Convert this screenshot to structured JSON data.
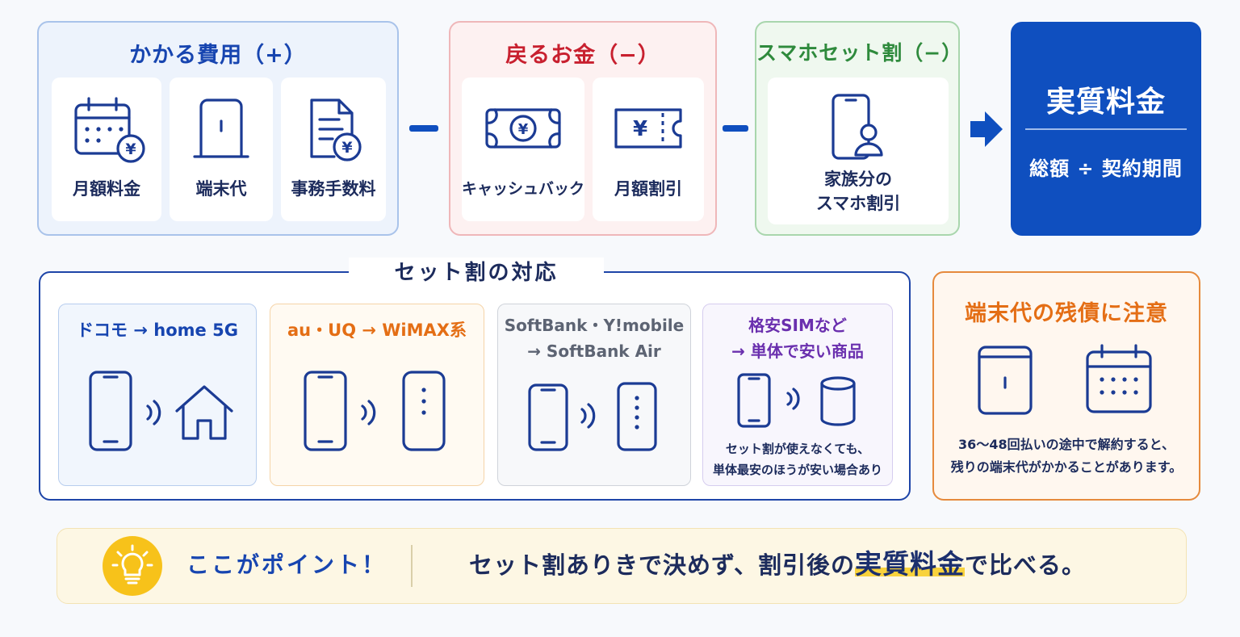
{
  "cost_panel": {
    "title": "かかる費用（+）",
    "items": [
      {
        "label": "月額料金",
        "icon": "calendar-yen-icon"
      },
      {
        "label": "端末代",
        "icon": "router-icon"
      },
      {
        "label": "事務手数料",
        "icon": "document-yen-icon"
      }
    ]
  },
  "return_panel": {
    "title": "戻るお金（−）",
    "items": [
      {
        "label": "キャッシュバック",
        "icon": "yen-bill-icon"
      },
      {
        "label": "月額割引",
        "icon": "yen-ticket-icon"
      }
    ]
  },
  "smartphone_panel": {
    "title": "スマホセット割（−）",
    "label_line1": "家族分の",
    "label_line2": "スマホ割引",
    "icon": "smartphone-person-icon"
  },
  "result_panel": {
    "title": "実質料金",
    "formula": "総額 ÷ 契約期間"
  },
  "set_discount": {
    "title": "セット割の対応",
    "cards": [
      {
        "line1": "ドコモ → home 5G",
        "color": "#1745b0"
      },
      {
        "line1": "au・UQ → WiMAX系",
        "color": "#e46e15"
      },
      {
        "line1": "SoftBank・Y!mobile",
        "line2": "→ SoftBank Air",
        "color": "#5d6473"
      },
      {
        "line1": "格安SIMなど",
        "line2": "→ 単体で安い商品",
        "note1": "セット割が使えなくても、",
        "note2": "単体最安のほうが安い場合あり",
        "color": "#6a2fae"
      }
    ]
  },
  "device_warning": {
    "title": "端末代の残債に注意",
    "note1": "36～48回払いの途中で解約すると、",
    "note2": "残りの端末代がかかることがあります。"
  },
  "point_bar": {
    "label": "ここがポイント！",
    "message_before": "セット割ありきで決めず、割引後の",
    "message_highlight": "実質料金",
    "message_after": "で比べる。"
  },
  "colors": {
    "blue": "#1745b0",
    "red": "#c8202f",
    "green": "#2e8a3c",
    "orange": "#e46e15",
    "navy_fill": "#0f4fbf"
  }
}
